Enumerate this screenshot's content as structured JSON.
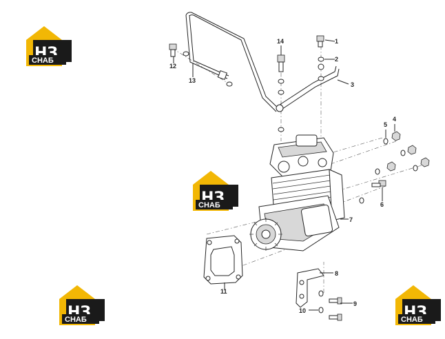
{
  "logos": [
    {
      "big": "НЗ",
      "small": "СНАБ"
    },
    {
      "big": "НЗ",
      "small": "СНАБ"
    },
    {
      "big": "НЗ",
      "small": "СНАБ"
    },
    {
      "big": "НЗ",
      "small": "СНАБ"
    }
  ],
  "callouts": [
    "1",
    "2",
    "3",
    "4",
    "5",
    "6",
    "7",
    "8",
    "9",
    "10",
    "11",
    "12",
    "13",
    "14"
  ],
  "colors": {
    "logo_yellow": "#f2b705",
    "logo_dark": "#1a1a1a",
    "line": "#222222"
  }
}
